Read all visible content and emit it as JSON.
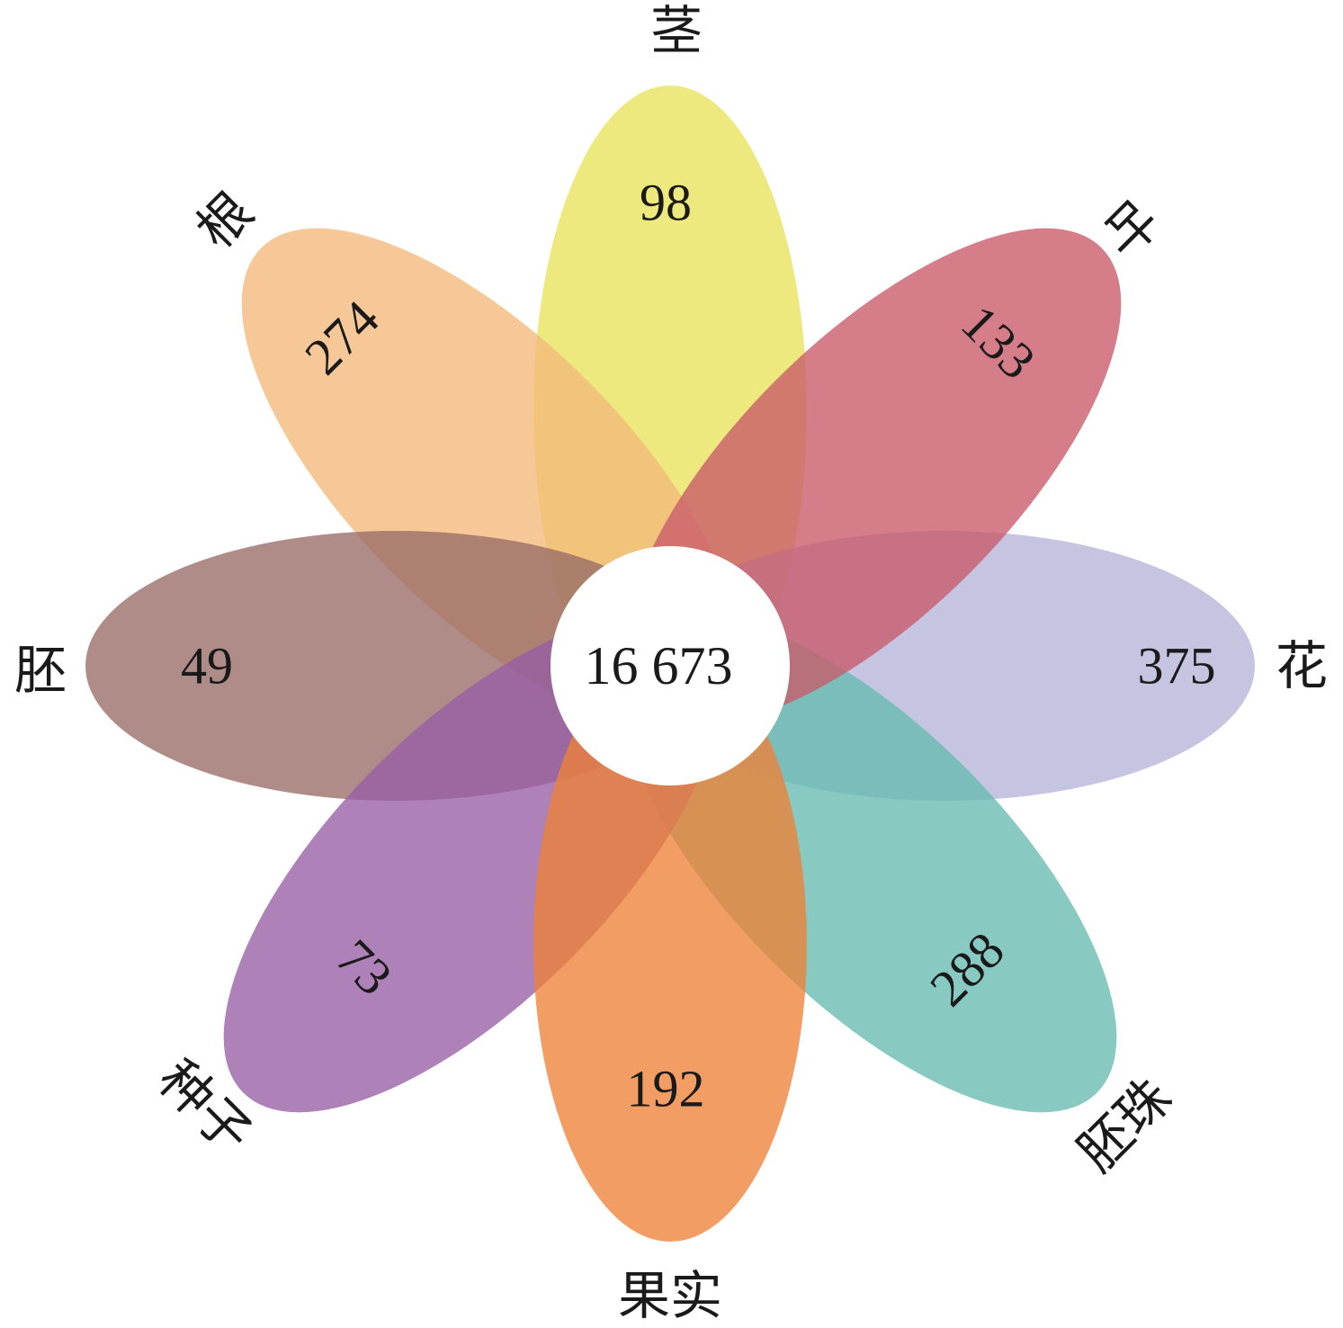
{
  "core": {
    "value": "16 673"
  },
  "petals": {
    "stem": {
      "label": "茎",
      "count": "98",
      "color": "#e8e35a"
    },
    "leaf": {
      "label": "叶",
      "count": "133",
      "color": "#c95a69"
    },
    "flower": {
      "label": "花",
      "count": "375",
      "color": "#b5b3d8"
    },
    "ovule": {
      "label": "胚珠",
      "count": "288",
      "color": "#67bbb0"
    },
    "fruit": {
      "label": "果实",
      "count": "192",
      "color": "#ee8237"
    },
    "seed": {
      "label": "种子",
      "count": "73",
      "color": "#975ea5"
    },
    "embryo": {
      "label": "胚",
      "count": "49",
      "color": "#986c67"
    },
    "root": {
      "label": "根",
      "count": "274",
      "color": "#f3b87a"
    }
  }
}
